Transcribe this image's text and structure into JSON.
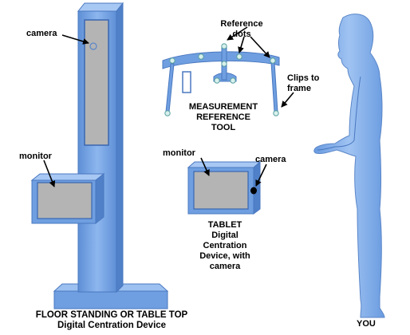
{
  "labels": {
    "camera_floor": "camera",
    "monitor_floor": "monitor",
    "floor_caption_line1": "FLOOR STANDING OR TABLE TOP",
    "floor_caption_line2": "Digital Centration Device",
    "reference_dots_line1": "Reference",
    "reference_dots_line2": "dots",
    "clips_line1": "Clips to",
    "clips_line2": "frame",
    "tool_line1": "MEASUREMENT",
    "tool_line2": "REFERENCE",
    "tool_line3": "TOOL",
    "monitor_tablet": "monitor",
    "camera_tablet": "camera",
    "tablet_line1": "TABLET",
    "tablet_line2": "Digital",
    "tablet_line3": "Centration",
    "tablet_line4": "Device, with",
    "tablet_line5": "camera",
    "you": "YOU"
  },
  "colors": {
    "device_blue": "#6f9fe0",
    "device_blue_light": "#9cc0f0",
    "device_blue_dark": "#4a78c0",
    "screen_gray": "#b8b8b8",
    "dot_fill": "#d8f0ec",
    "dot_stroke": "#5aa0a0"
  }
}
